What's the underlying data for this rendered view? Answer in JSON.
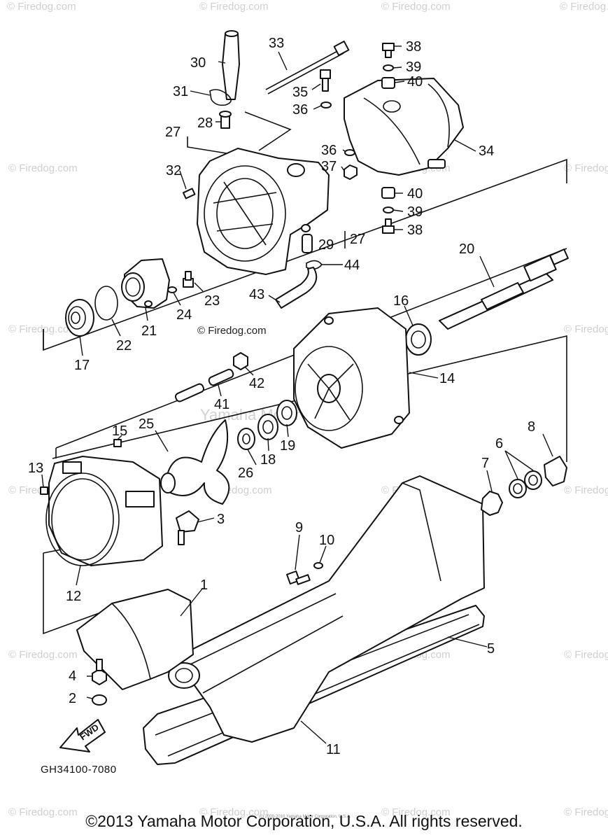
{
  "diagram_code": "GH34100-7080",
  "copyright": "©2013 Yamaha Motor Corporation, U.S.A. All rights reserved.",
  "small_print": "(c) 2000-2010 Yamaha Motor Corporation, U.S.A.",
  "watermark": "© Firedog.com",
  "center_watermark": "Yamaha Motor Corp., U.S.A.",
  "fwd_label": "FWD",
  "parts": {
    "p1": "1",
    "p2": "2",
    "p3": "3",
    "p4": "4",
    "p5": "5",
    "p6": "6",
    "p7": "7",
    "p8": "8",
    "p9": "9",
    "p10": "10",
    "p11": "11",
    "p12": "12",
    "p13": "13",
    "p14": "14",
    "p15": "15",
    "p16": "16",
    "p17": "17",
    "p18": "18",
    "p19": "19",
    "p20": "20",
    "p21": "21",
    "p22": "22",
    "p23": "23",
    "p24": "24",
    "p25": "25",
    "p26": "26",
    "p27": "27",
    "p28": "28",
    "p29": "29",
    "p30": "30",
    "p31": "31",
    "p32": "32",
    "p33": "33",
    "p34": "34",
    "p35": "35",
    "p36": "36",
    "p37": "37",
    "p38": "38",
    "p39": "39",
    "p40": "40",
    "p41": "41",
    "p42": "42",
    "p43": "43",
    "p44": "44"
  }
}
